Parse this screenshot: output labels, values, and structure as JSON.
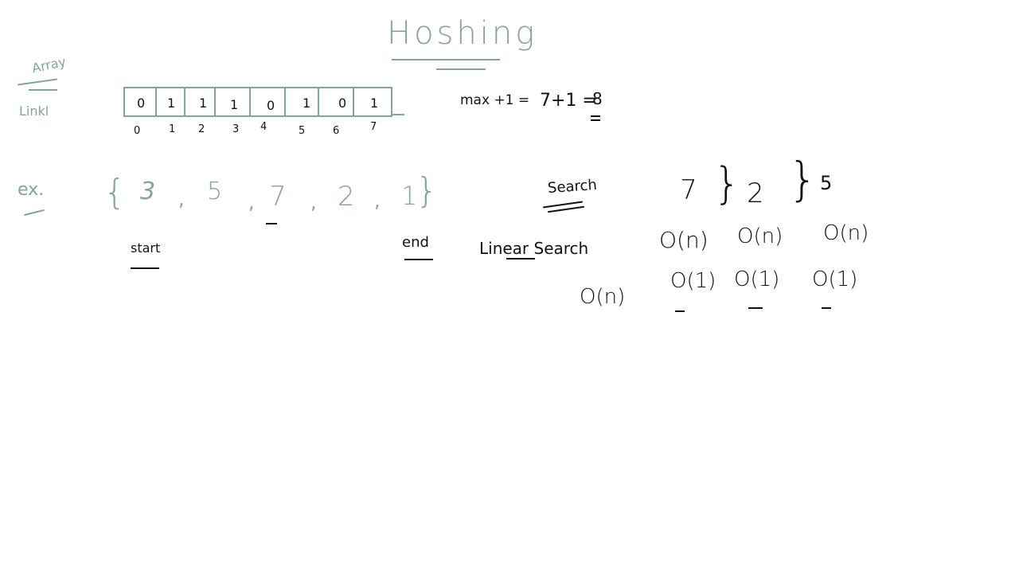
{
  "title": "Hoshing",
  "side_labels": {
    "array": "Array",
    "linkedlist": "Linkl",
    "example": "ex."
  },
  "array": {
    "values": [
      "0",
      "1",
      "1",
      "1",
      "0",
      "1",
      "0",
      "1"
    ],
    "indices": [
      "0",
      "1",
      "2",
      "3",
      "4",
      "5",
      "6",
      "7"
    ]
  },
  "formula": {
    "left": "max +1 =",
    "middle": "7+1 =",
    "result": "8"
  },
  "example_set": {
    "items": [
      "{",
      "3",
      ",",
      "5",
      ",",
      "7",
      ",",
      "2",
      ",",
      "1",
      "}"
    ]
  },
  "labels": {
    "start": "start",
    "end": "end",
    "search": "Search",
    "linear_search": "Linear Search"
  },
  "search_values": [
    "7",
    "2",
    "5"
  ],
  "complexities_linear": [
    "O(n)",
    "O(n)",
    "O(n)"
  ],
  "complexities_hash": [
    "O(n)",
    "O(1)",
    "O(1)",
    "O(1)"
  ],
  "colors": {
    "teal": "#86a29c",
    "ink": "#111111"
  }
}
